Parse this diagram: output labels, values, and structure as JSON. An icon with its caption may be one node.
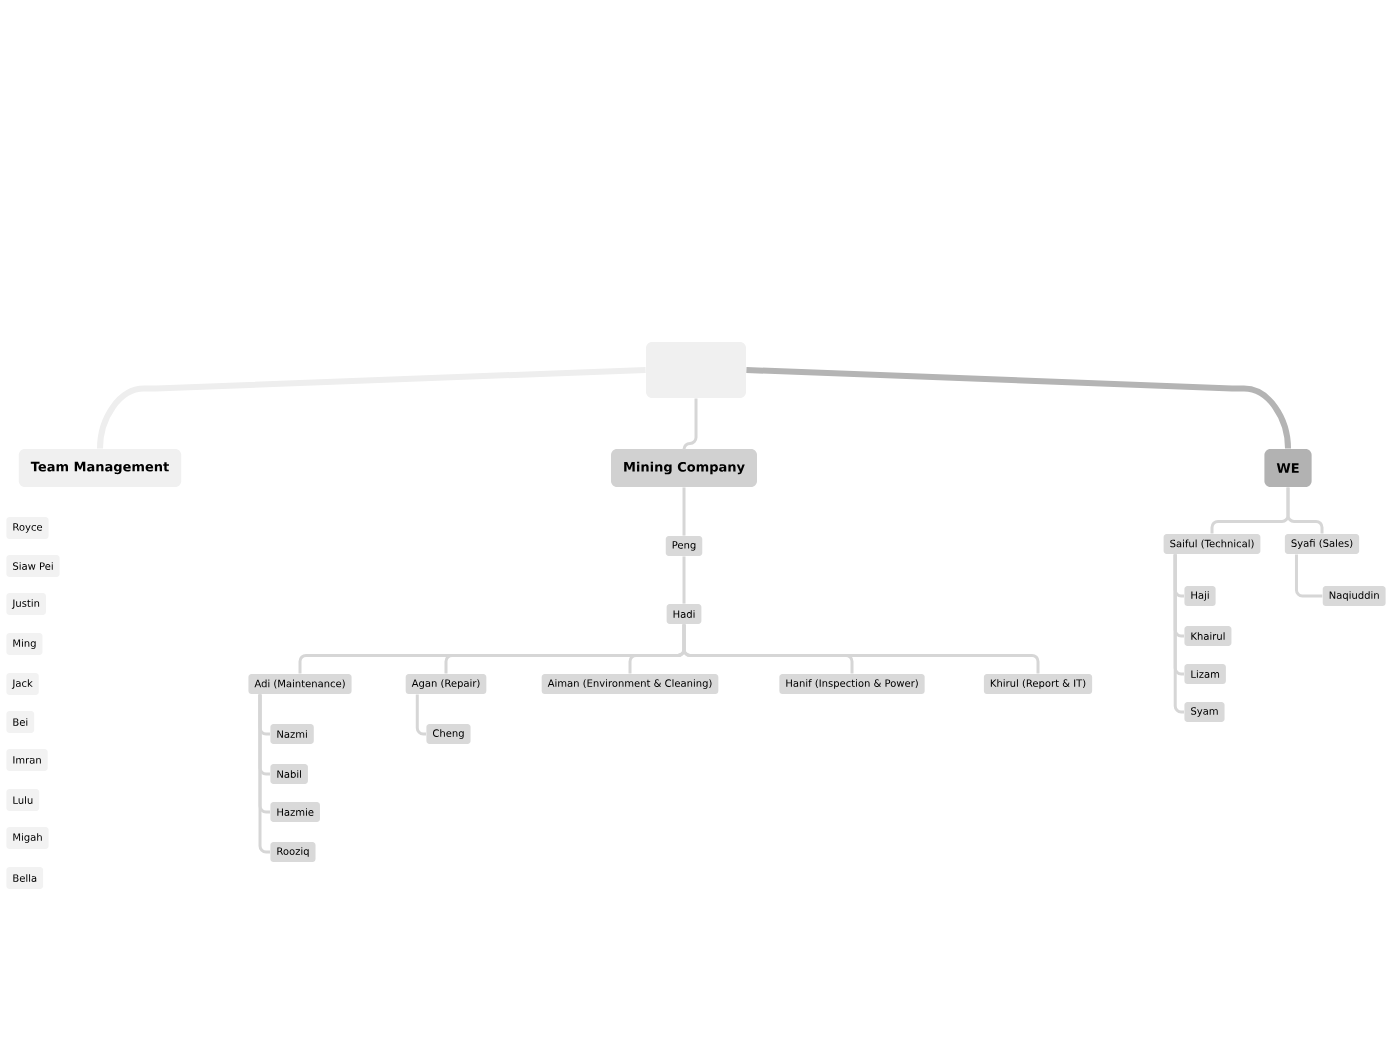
{
  "diagram": {
    "nodes": [
      {
        "text": [],
        "shape": "box"
      },
      {
        "text": [
          "Team Management"
        ]
      },
      {
        "text": [
          "Mining Company"
        ]
      },
      {
        "text": [
          "WE"
        ]
      },
      {
        "text": [
          "Royce"
        ]
      },
      {
        "text": [
          "Siaw Pei"
        ]
      },
      {
        "text": [
          "Justin"
        ]
      },
      {
        "text": [
          "Ming"
        ]
      },
      {
        "text": [
          "Jack"
        ]
      },
      {
        "text": [
          "Bei"
        ]
      },
      {
        "text": [
          "Imran"
        ]
      },
      {
        "text": [
          "Lulu"
        ]
      },
      {
        "text": [
          "Migah"
        ]
      },
      {
        "text": [
          "Bella"
        ]
      },
      {
        "text": [
          "Peng"
        ]
      },
      {
        "text": [
          "Hadi"
        ]
      },
      {
        "text": [
          "Adi (Maintenance)"
        ]
      },
      {
        "text": [
          "Agan (Repair)"
        ]
      },
      {
        "text": [
          "Aiman (Environment & Cleaning)"
        ]
      },
      {
        "text": [
          "Hanif (Inspection & Power)"
        ]
      },
      {
        "text": [
          "Khirul (Report & IT)"
        ]
      },
      {
        "text": [
          "Nazmi"
        ]
      },
      {
        "text": [
          "Nabil"
        ]
      },
      {
        "text": [
          "Hazmie"
        ]
      },
      {
        "text": [
          "Rooziq"
        ]
      },
      {
        "text": [
          "Cheng"
        ]
      },
      {
        "text": [
          "Saiful (Technical)"
        ]
      },
      {
        "text": [
          "Syafi (Sales)"
        ]
      },
      {
        "text": [
          "Haji"
        ]
      },
      {
        "text": [
          "Khairul"
        ]
      },
      {
        "text": [
          "Lizam"
        ]
      },
      {
        "text": [
          "Syam"
        ]
      },
      {
        "text": [
          "Naqiuddin"
        ]
      }
    ],
    "edges": [
      {
        "from": 0,
        "to": 1,
        "arrow": "none",
        "style": "thick",
        "color": "#eeeeee"
      },
      {
        "from": 0,
        "to": 2,
        "arrow": "none"
      },
      {
        "from": 0,
        "to": 3,
        "arrow": "none",
        "style": "thick",
        "color": "#b4b4b4"
      },
      {
        "from": 2,
        "to": 14,
        "arrow": "none"
      },
      {
        "from": 14,
        "to": 15,
        "arrow": "none"
      },
      {
        "from": 15,
        "to": 16,
        "arrow": "none"
      },
      {
        "from": 15,
        "to": 17,
        "arrow": "none"
      },
      {
        "from": 15,
        "to": 18,
        "arrow": "none"
      },
      {
        "from": 15,
        "to": 19,
        "arrow": "none"
      },
      {
        "from": 15,
        "to": 20,
        "arrow": "none"
      },
      {
        "from": 16,
        "to": 21,
        "arrow": "none"
      },
      {
        "from": 16,
        "to": 22,
        "arrow": "none"
      },
      {
        "from": 16,
        "to": 23,
        "arrow": "none"
      },
      {
        "from": 16,
        "to": 24,
        "arrow": "none"
      },
      {
        "from": 17,
        "to": 25,
        "arrow": "none"
      },
      {
        "from": 3,
        "to": 26,
        "arrow": "none"
      },
      {
        "from": 3,
        "to": 27,
        "arrow": "none"
      },
      {
        "from": 26,
        "to": 28,
        "arrow": "none"
      },
      {
        "from": 26,
        "to": 29,
        "arrow": "none"
      },
      {
        "from": 26,
        "to": 30,
        "arrow": "none"
      },
      {
        "from": 26,
        "to": 31,
        "arrow": "none"
      },
      {
        "from": 27,
        "to": 32,
        "arrow": "none"
      }
    ]
  }
}
